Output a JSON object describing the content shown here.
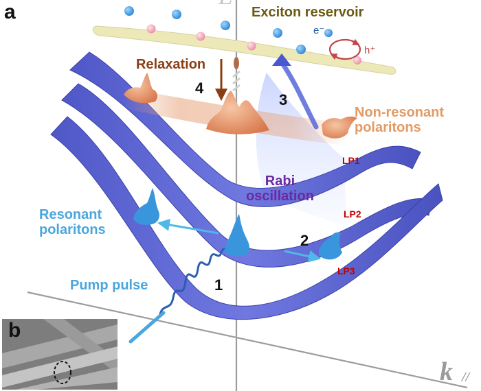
{
  "panel_labels": {
    "a": "a",
    "b": "b"
  },
  "axes": {
    "energy": "E",
    "momentum": "k",
    "momentum_subscript": "//"
  },
  "labels": {
    "exciton_reservoir": "Exciton reservoir",
    "electron": "e⁻",
    "hole": "h⁺",
    "relaxation": "Relaxation",
    "non_resonant": "Non-resonant\npolaritons",
    "rabi": "Rabi\noscillation",
    "resonant": "Resonant\npolaritons",
    "pump": "Pump pulse",
    "lp1": "LP1",
    "lp2": "LP2",
    "lp3": "LP3"
  },
  "steps": {
    "one": "1",
    "two": "2",
    "three": "3",
    "four": "4"
  },
  "colors": {
    "branch": "#6a72d8",
    "branch_dark": "#3f45b0",
    "reservoir_bar": "#ece8b8",
    "blue_dot": "#3f9ee0",
    "pink_dot": "#f2a8b8",
    "orange_packet": "#e2926a",
    "blue_packet": "#4aa6df",
    "relaxation_arrow": "#8b3d12",
    "lp_label": "#c00000"
  },
  "icons": [
    "electron-hole-loop-icon"
  ]
}
